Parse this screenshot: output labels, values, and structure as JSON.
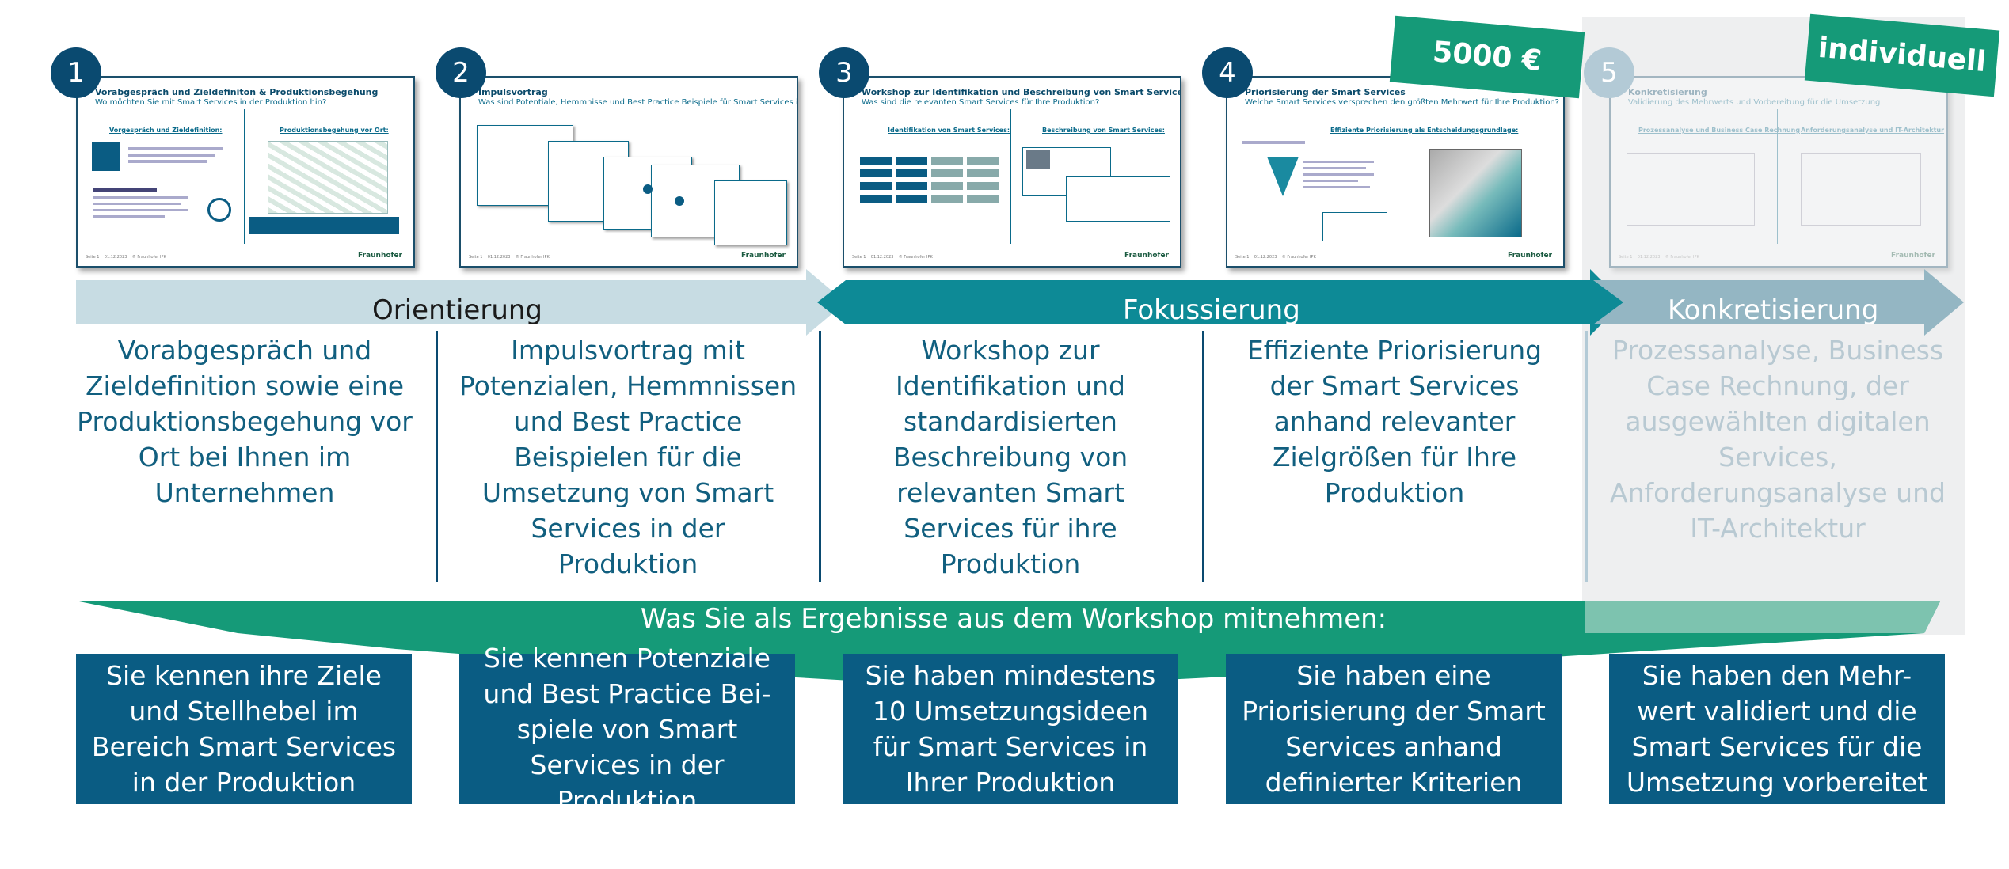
{
  "steps": [
    {
      "number": "1",
      "thumb_title": "Vorabgespräch und Zieldefiniton & Produktionsbegehung",
      "thumb_sub": "Wo möchten Sie mit Smart Services in der Produktion hin?",
      "thumb_left": "Vorgespräch und Zieldefinition:",
      "thumb_right": "Produktionsbegehung vor Ort:",
      "description": "Vorabgespräch und Zieldefinition sowie eine Produktionsbegehung vor Ort bei Ihnen im Unternehmen",
      "result": "Sie kennen ihre Ziele und Stellhebel im Bereich Smart Services in der Produktion"
    },
    {
      "number": "2",
      "thumb_title": "Impulsvortrag",
      "thumb_sub": "Was sind Potentiale, Hemmnisse und Best Practice Beispiele für Smart Services in der Produktion?",
      "thumb_left": "",
      "thumb_right": "",
      "description": "Impulsvortrag mit Potenzialen, Hemmnissen und Best Practice Beispielen für die Umsetzung von Smart Services in der Produktion",
      "result": "Sie kennen Potenziale und Best Practice Bei-spiele von Smart Services in der Produktion"
    },
    {
      "number": "3",
      "thumb_title": "Workshop zur Identifikation und Beschreibung von Smart Services",
      "thumb_sub": "Was sind die relevanten Smart Services für Ihre Produktion?",
      "thumb_left": "Identifikation von Smart Services:",
      "thumb_right": "Beschreibung von Smart Services:",
      "description": "Workshop zur Identifikation und standardisierten Beschreibung von relevanten Smart Services für ihre Produktion",
      "result": "Sie haben mindestens 10 Umsetzungsideen für Smart Services in Ihrer Produktion"
    },
    {
      "number": "4",
      "thumb_title": "Priorisierung der Smart Services",
      "thumb_sub": "Welche Smart Services versprechen den größten Mehrwert für Ihre Produktion?",
      "thumb_left": "Effiziente Priorisierung als Entscheidungsgrundlage:",
      "thumb_right": "",
      "description": "Effiziente Priorisierung der Smart Services anhand relevanter Zielgrößen für Ihre Produktion",
      "result": "Sie haben eine Priorisierung der Smart Services anhand definierter Kriterien"
    },
    {
      "number": "5",
      "thumb_title": "Konkretisierung",
      "thumb_sub": "Validierung des Mehrwerts und Vorbereitung für die Umsetzung",
      "thumb_left": "Prozessanalyse und Business Case Rechnung",
      "thumb_right": "Anforderungsanalyse und IT-Architektur",
      "description": "Prozessanalyse, Business Case Rechnung, der ausgewählten digitalen Services, Anforderungsanalyse und IT-Architektur",
      "result": "Sie haben den Mehr-wert validiert und die Smart Services für die Umsetzung vorbereitet"
    }
  ],
  "phases": {
    "orientierung": "Orientierung",
    "fokussierung": "Fokussierung",
    "konkretisierung": "Konkretisierung"
  },
  "prices": {
    "standard": "5000 €",
    "custom": "individuell"
  },
  "results_heading": "Was Sie als Ergebnisse aus dem Workshop mitnehmen:",
  "thumb_logo": "Fraunhofer",
  "colors": {
    "dark_blue": "#0a4a70",
    "teal": "#0d8a96",
    "green": "#159a78",
    "light_blue": "#c7dce3",
    "result_box": "#0a5c83"
  }
}
